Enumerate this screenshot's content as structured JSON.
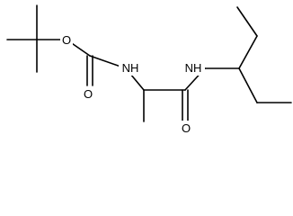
{
  "molecule": {
    "atoms": {
      "o_ester": "O",
      "o_carbamate": "O",
      "nh_carbamate": "NH",
      "o_amide": "O",
      "nh_amide": "NH"
    }
  },
  "colors": {
    "bond": "#000000",
    "label": "#000000",
    "background": "#ffffff"
  }
}
